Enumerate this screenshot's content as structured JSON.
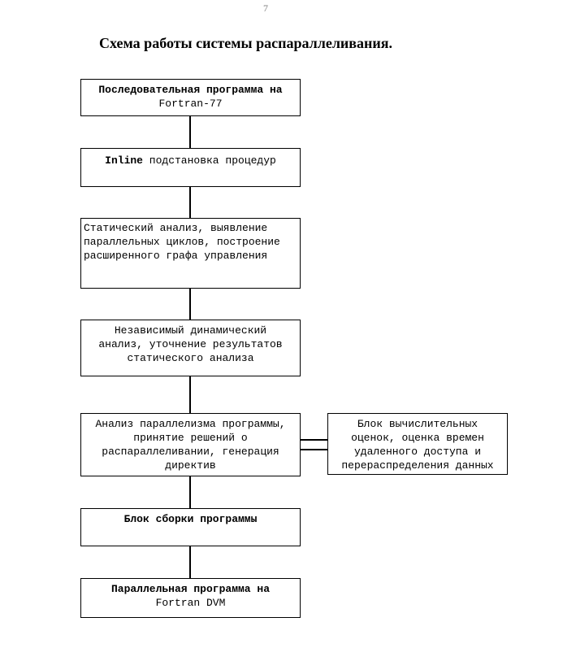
{
  "page": {
    "number": "7",
    "title": "Схема работы системы распараллеливания."
  },
  "boxes": {
    "b1": {
      "l1": "Последовательная программа на",
      "l2": "Fortran-77"
    },
    "b2": {
      "bold": "Inline",
      "rest": " подстановка процедур"
    },
    "b3": {
      "l1": "Статический анализ, выявление",
      "l2": "параллельных циклов, построение",
      "l3": "расширенного графа управления"
    },
    "b4": {
      "l1": "Независимый динамический",
      "l2": "анализ, уточнение результатов",
      "l3": "статического анализа"
    },
    "b5": {
      "l1": "Анализ параллелизма программы,",
      "l2": "принятие решений о",
      "l3": "распараллеливании, генерация",
      "l4": "директив"
    },
    "side": {
      "l1": "Блок вычислительных",
      "l2": "оценок, оценка времен",
      "l3": "удаленного доступа и",
      "l4": "перераспределения данных"
    },
    "b6": {
      "l1": "Блок сборки программы"
    },
    "b7": {
      "l1": "Параллельная программа на",
      "l2": "Fortran DVM"
    }
  }
}
